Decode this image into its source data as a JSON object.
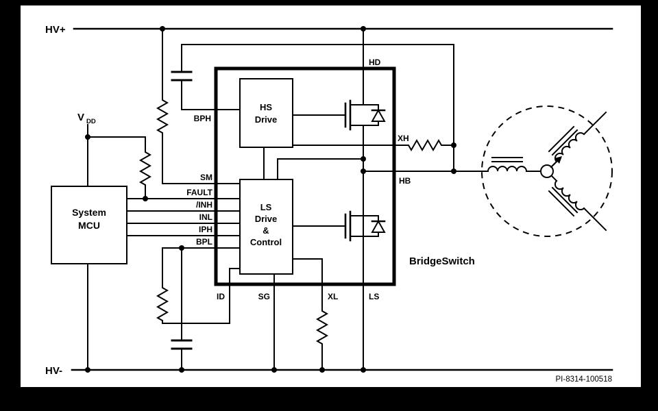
{
  "figure": {
    "code": "PI-8314-100518",
    "ink_color": "#000000",
    "paper_color": "#ffffff",
    "frame_color": "#000000"
  },
  "rails": {
    "positive": "HV+",
    "negative": "HV-"
  },
  "supply": {
    "symbol": "V",
    "subscript": "DD"
  },
  "mcu": {
    "line1": "System",
    "line2": "MCU"
  },
  "ic": {
    "label": "BridgeSwitch",
    "hs_block": {
      "line1": "HS",
      "line2": "Drive"
    },
    "ls_block": {
      "line1": "LS",
      "line2": "Drive",
      "line3": "&",
      "line4": "Control"
    }
  },
  "pins": {
    "hd": "HD",
    "hb": "HB",
    "xh": "XH",
    "bph": "BPH",
    "sm": "SM",
    "fault": "FAULT",
    "inh": "/INH",
    "inl": "INL",
    "iph": "IPH",
    "bpl": "BPL",
    "id": "ID",
    "sg": "SG",
    "xl": "XL",
    "ls": "LS"
  }
}
